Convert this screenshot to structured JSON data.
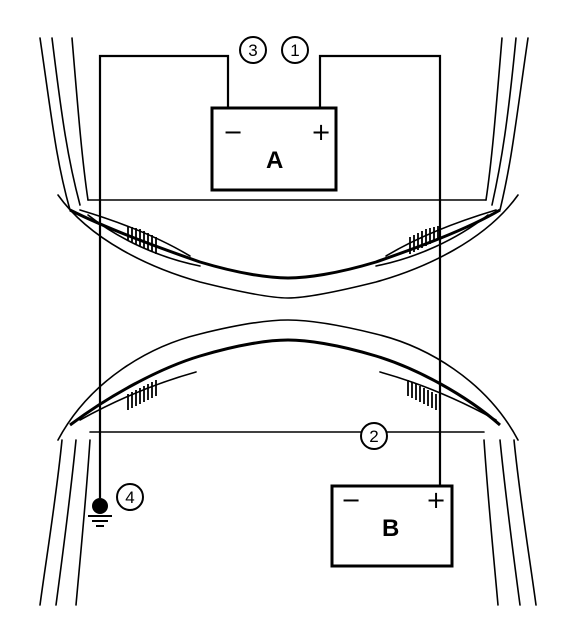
{
  "battery_a": {
    "label": "A",
    "neg": "−",
    "pos": "+"
  },
  "battery_b": {
    "label": "B",
    "neg": "−",
    "pos": "+"
  },
  "callouts": [
    "3",
    "1",
    "2",
    "4"
  ]
}
